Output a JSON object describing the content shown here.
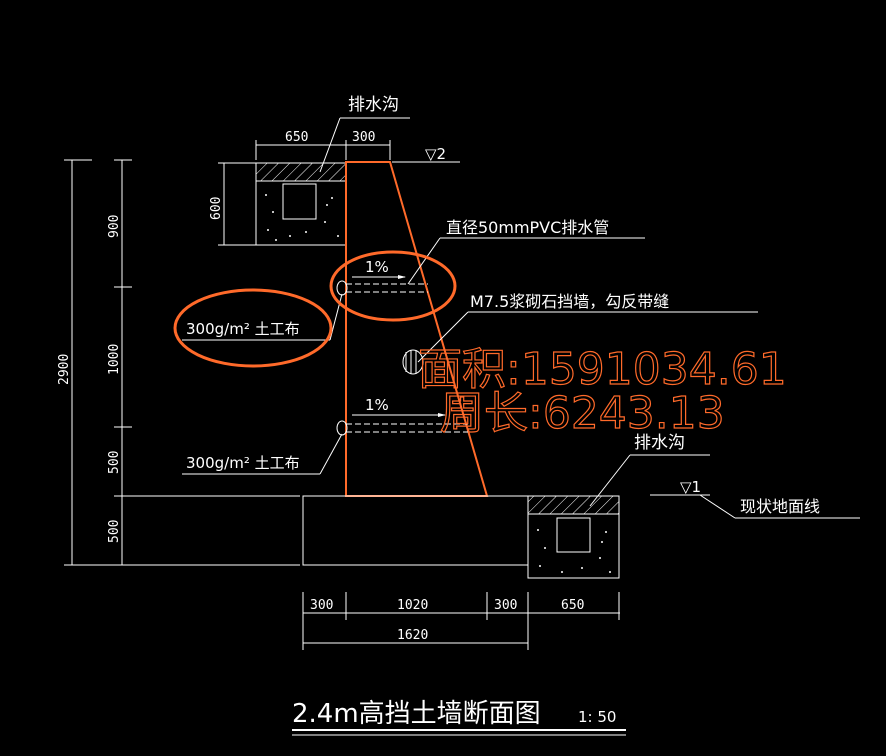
{
  "colors": {
    "background": "#000000",
    "line": "#ffffff",
    "wall": "#ff6a2a",
    "markup": "#ff6a2a"
  },
  "labels": {
    "top_drain": "排水沟",
    "bottom_drain": "排水沟",
    "pipe": "直径50mmPVC排水管",
    "masonry": "M7.5浆砌石挡墙，勾反带缝",
    "geotextile_upper": "300g/m² 土工布",
    "geotextile_lower": "300g/m² 土工布",
    "ground_line": "现状地面线",
    "slope_upper": "1%",
    "slope_lower": "1%",
    "level_top": "▽2",
    "level_ground": "▽1"
  },
  "dimensions": {
    "top_drain_width": "650",
    "wall_top_width": "300",
    "drain_depth": "600",
    "total_height": "2900",
    "seg_900": "900",
    "seg_1000": "1000",
    "seg_500a": "500",
    "seg_500b": "500",
    "base_300_left": "300",
    "base_1020": "1020",
    "base_300_right": "300",
    "bottom_drain_width": "650",
    "base_total": "1620"
  },
  "overlay": {
    "area": "面积:1591034.61",
    "perimeter": "周长:6243.13"
  },
  "title": {
    "main": "2.4m高挡土墙断面图",
    "scale": "1: 50"
  }
}
